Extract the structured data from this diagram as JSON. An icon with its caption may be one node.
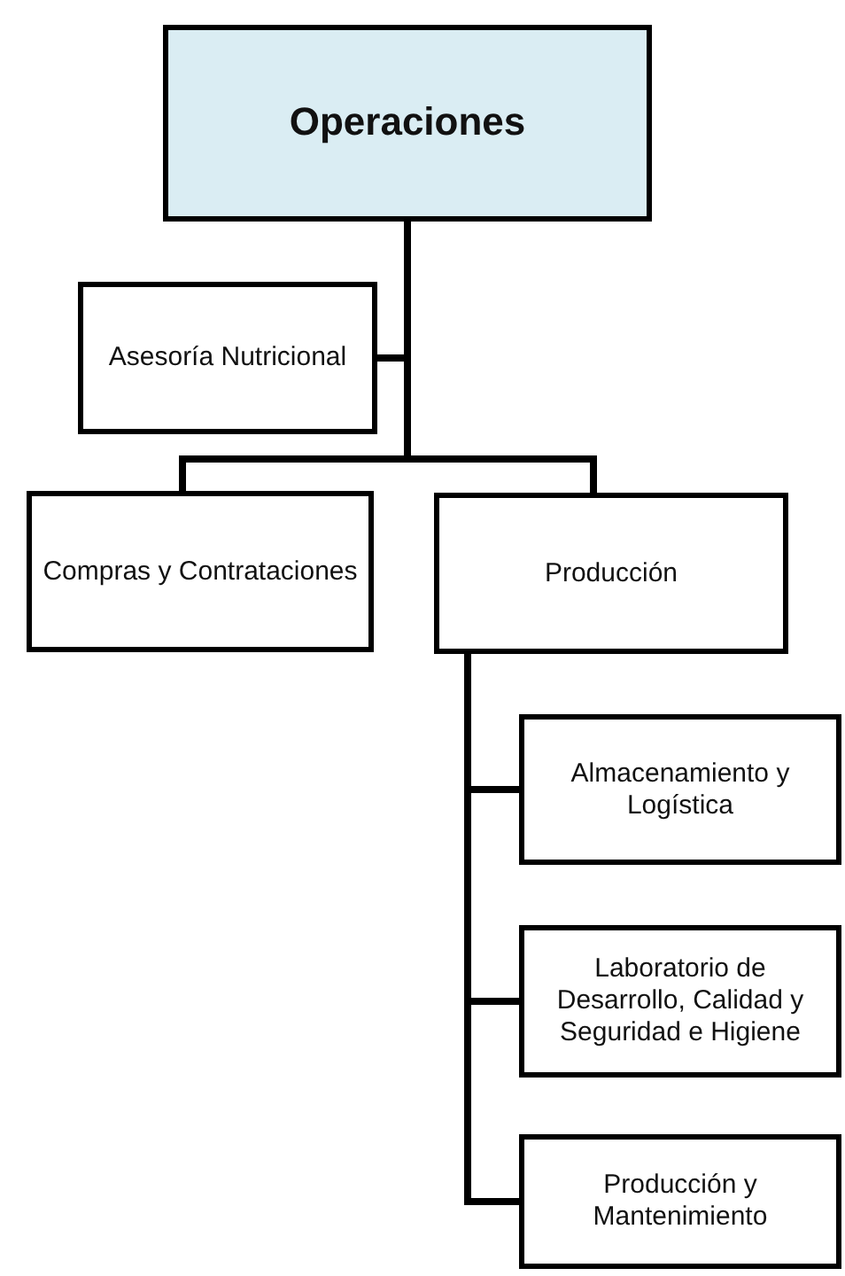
{
  "diagram": {
    "nodes": [
      {
        "text": [
          "Operaciones"
        ]
      },
      {
        "text": [
          "Asesoría Nutricional"
        ]
      },
      {
        "text": [
          "Compras y Contrataciones"
        ]
      },
      {
        "text": [
          "Producción"
        ]
      },
      {
        "text": [
          "Almacenamiento y Logística"
        ]
      },
      {
        "text": [
          "Laboratorio de Desarrollo, Calidad y Seguridad e Higiene"
        ]
      },
      {
        "text": [
          "Producción y Mantenimiento"
        ]
      }
    ],
    "edges": [
      {
        "from": 0,
        "to": 1,
        "arrow": "none"
      },
      {
        "from": 0,
        "to": 2,
        "arrow": "none"
      },
      {
        "from": 0,
        "to": 3,
        "arrow": "none"
      },
      {
        "from": 3,
        "to": 4,
        "arrow": "none"
      },
      {
        "from": 3,
        "to": 5,
        "arrow": "none"
      },
      {
        "from": 3,
        "to": 6,
        "arrow": "none"
      }
    ]
  }
}
